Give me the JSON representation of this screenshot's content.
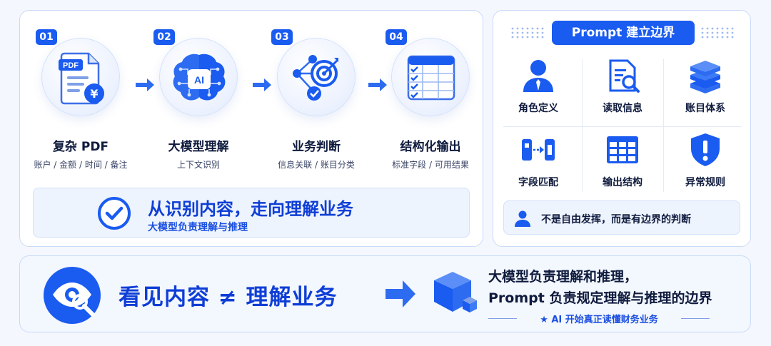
{
  "flow": {
    "steps": [
      {
        "num": "01",
        "title": "复杂 PDF",
        "sub": "账户 / 金额 / 时间 / 备注",
        "icon": "pdf-document-yen-icon",
        "badge_text": "PDF",
        "currency_symbol": "¥"
      },
      {
        "num": "02",
        "title": "大模型理解",
        "sub": "上下文识别",
        "icon": "ai-brain-icon",
        "badge_text": "AI"
      },
      {
        "num": "03",
        "title": "业务判断",
        "sub": "信息关联 / 账目分类",
        "icon": "target-network-icon"
      },
      {
        "num": "04",
        "title": "结构化输出",
        "sub": "标准字段 / 可用结果",
        "icon": "structured-table-icon"
      }
    ],
    "summary": {
      "title": "从识别内容，走向理解业务",
      "sub": "大模型负责理解与推理"
    }
  },
  "prompt": {
    "header": "Prompt 建立边界",
    "items": [
      {
        "label": "角色定义",
        "icon": "user-role-icon"
      },
      {
        "label": "读取信息",
        "icon": "document-search-icon"
      },
      {
        "label": "账目体系",
        "icon": "stacked-books-icon"
      },
      {
        "label": "字段匹配",
        "icon": "field-mapping-icon"
      },
      {
        "label": "输出结构",
        "icon": "output-table-icon"
      },
      {
        "label": "异常规则",
        "icon": "warning-shield-icon"
      }
    ],
    "note": "不是自由发挥，而是有边界的判断"
  },
  "bottom": {
    "title": "看见内容 ≠ 理解业务",
    "line1": "大模型负责理解和推理，",
    "line2": "Prompt 负责规定理解与推理的边界",
    "tagline": "★ AI 开始真正读懂财务业务"
  },
  "colors": {
    "accent": "#1a5bf0",
    "dark_text": "#0f1b3d",
    "panel_border": "#c9dbf8"
  }
}
